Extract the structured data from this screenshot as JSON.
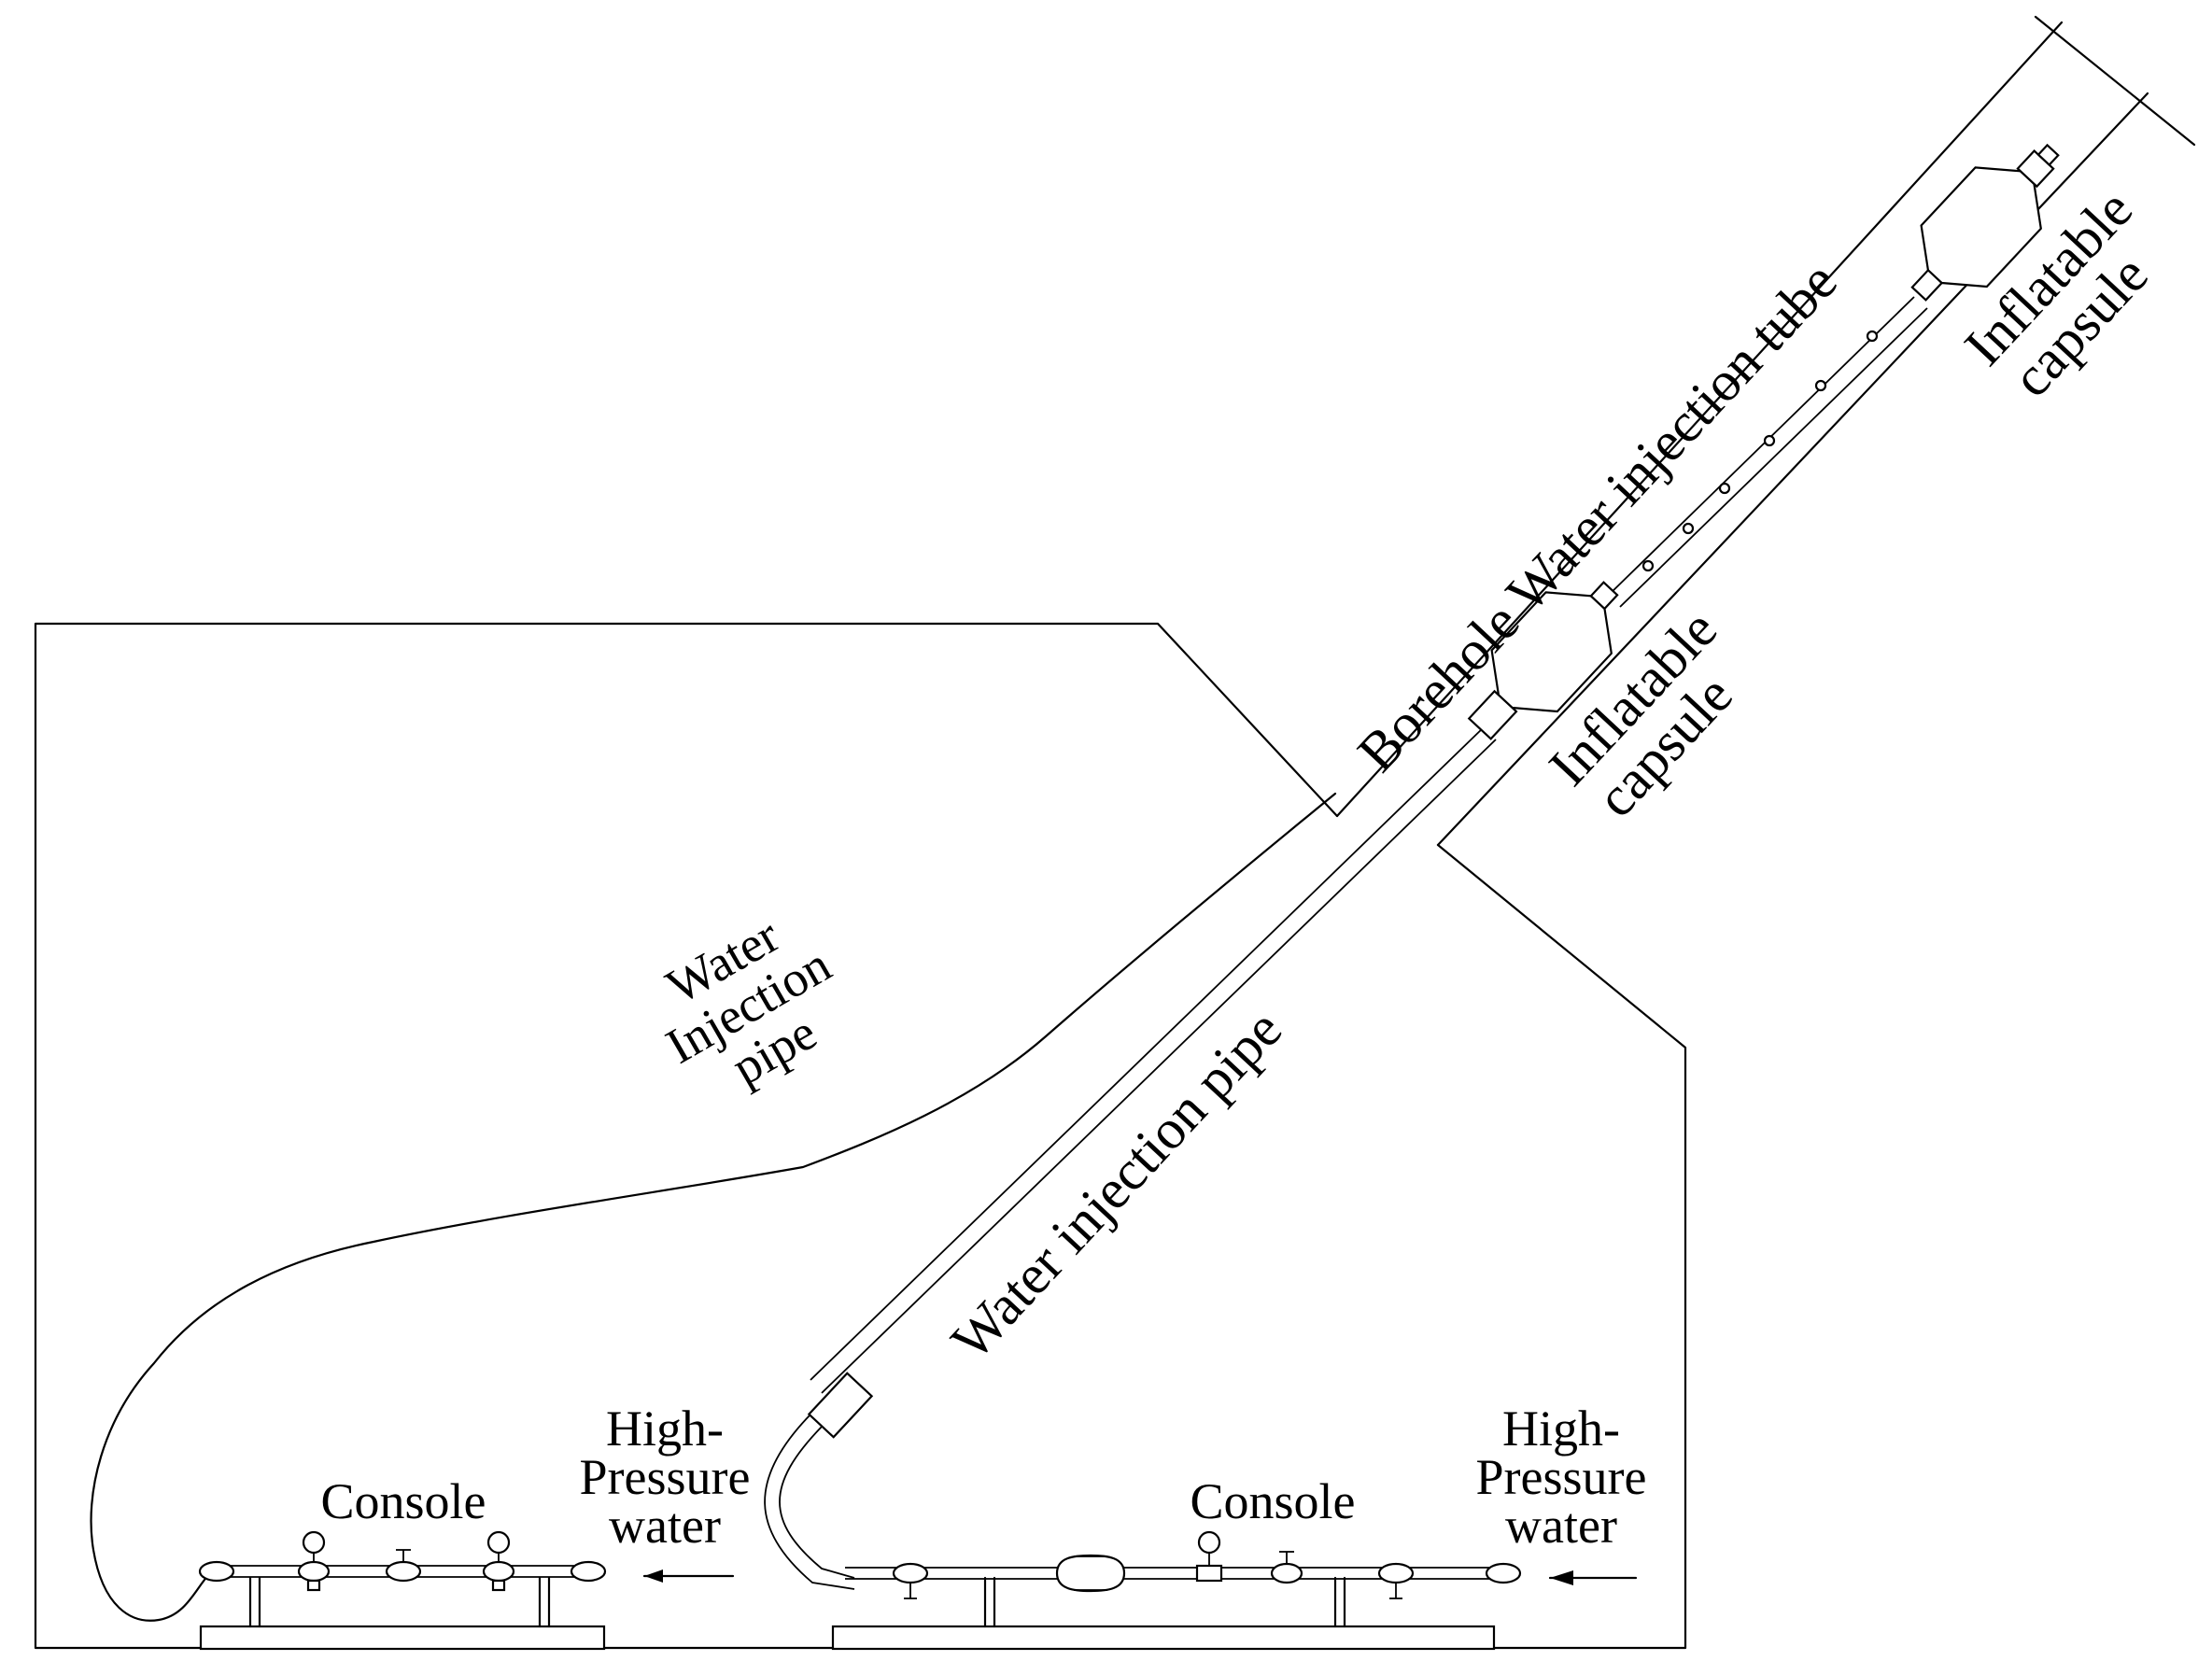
{
  "labels": {
    "borehole_tube": "Borehole Water injection tube",
    "inflatable_capsule_upper_line1": "Inflatable",
    "inflatable_capsule_upper_line2": "capsule",
    "inflatable_capsule_lower_line1": "Inflatable",
    "inflatable_capsule_lower_line2": "capsule",
    "water_injection_pipe_left_line1": "Water",
    "water_injection_pipe_left_line2": "Injection",
    "water_injection_pipe_left_line3": "pipe",
    "water_injection_pipe_diag": "Water injection pipe",
    "console_left": "Console",
    "console_right": "Console",
    "hp_water_left_line1": "High-",
    "hp_water_left_line2": "Pressure",
    "hp_water_left_line3": "water",
    "hp_water_right_line1": "High-",
    "hp_water_right_line2": "Pressure",
    "hp_water_right_line3": "water"
  },
  "colors": {
    "stroke": "#000000",
    "background": "#ffffff"
  }
}
